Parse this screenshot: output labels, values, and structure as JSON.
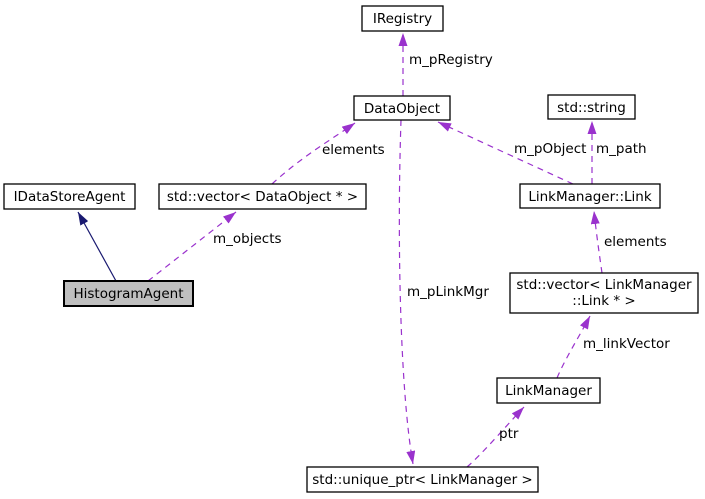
{
  "diagram": {
    "kind": "collaboration-graph",
    "focus_node": "HistogramAgent",
    "colors": {
      "background": "#ffffff",
      "node_fill": "#ffffff",
      "focus_node_fill": "#bfbfbf",
      "node_border": "#000000",
      "usage_edge": "#9a32cd",
      "inheritance_edge": "#191970",
      "label_text": "#000000"
    },
    "nodes": [
      {
        "id": "iregistry",
        "label": "IRegistry"
      },
      {
        "id": "dataobject",
        "label": "DataObject"
      },
      {
        "id": "std-string",
        "label": "std::string"
      },
      {
        "id": "linkmanager-link",
        "label": "LinkManager::Link"
      },
      {
        "id": "vector-dataobject",
        "label": "std::vector< DataObject * >"
      },
      {
        "id": "idatastoreagent",
        "label": "IDataStoreAgent"
      },
      {
        "id": "histogramagent",
        "label": "HistogramAgent"
      },
      {
        "id": "vector-linkmanager-link",
        "label": "std::vector< LinkManager::Link * >",
        "lines": [
          "std::vector< LinkManager",
          "::Link * >"
        ]
      },
      {
        "id": "linkmanager",
        "label": "LinkManager"
      },
      {
        "id": "unique-ptr-linkmanager",
        "label": "std::unique_ptr< LinkManager >"
      }
    ],
    "edges": [
      {
        "from": "DataObject",
        "to": "IRegistry",
        "label": "m_pRegistry",
        "kind": "usage"
      },
      {
        "from": "std::vector< DataObject * >",
        "to": "DataObject",
        "label": "elements",
        "kind": "usage"
      },
      {
        "from": "LinkManager::Link",
        "to": "DataObject",
        "label": "m_pObject",
        "kind": "usage"
      },
      {
        "from": "LinkManager::Link",
        "to": "std::string",
        "label": "m_path",
        "kind": "usage"
      },
      {
        "from": "HistogramAgent",
        "to": "IDataStoreAgent",
        "label": "",
        "kind": "inheritance"
      },
      {
        "from": "HistogramAgent",
        "to": "std::vector< DataObject * >",
        "label": "m_objects",
        "kind": "usage"
      },
      {
        "from": "DataObject",
        "to": "std::unique_ptr< LinkManager >",
        "label": "m_pLinkMgr",
        "kind": "usage"
      },
      {
        "from": "std::vector< LinkManager::Link * >",
        "to": "LinkManager::Link",
        "label": "elements",
        "kind": "usage"
      },
      {
        "from": "LinkManager",
        "to": "std::vector< LinkManager::Link * >",
        "label": "m_linkVector",
        "kind": "usage"
      },
      {
        "from": "std::unique_ptr< LinkManager >",
        "to": "LinkManager",
        "label": "ptr",
        "kind": "usage"
      }
    ]
  }
}
